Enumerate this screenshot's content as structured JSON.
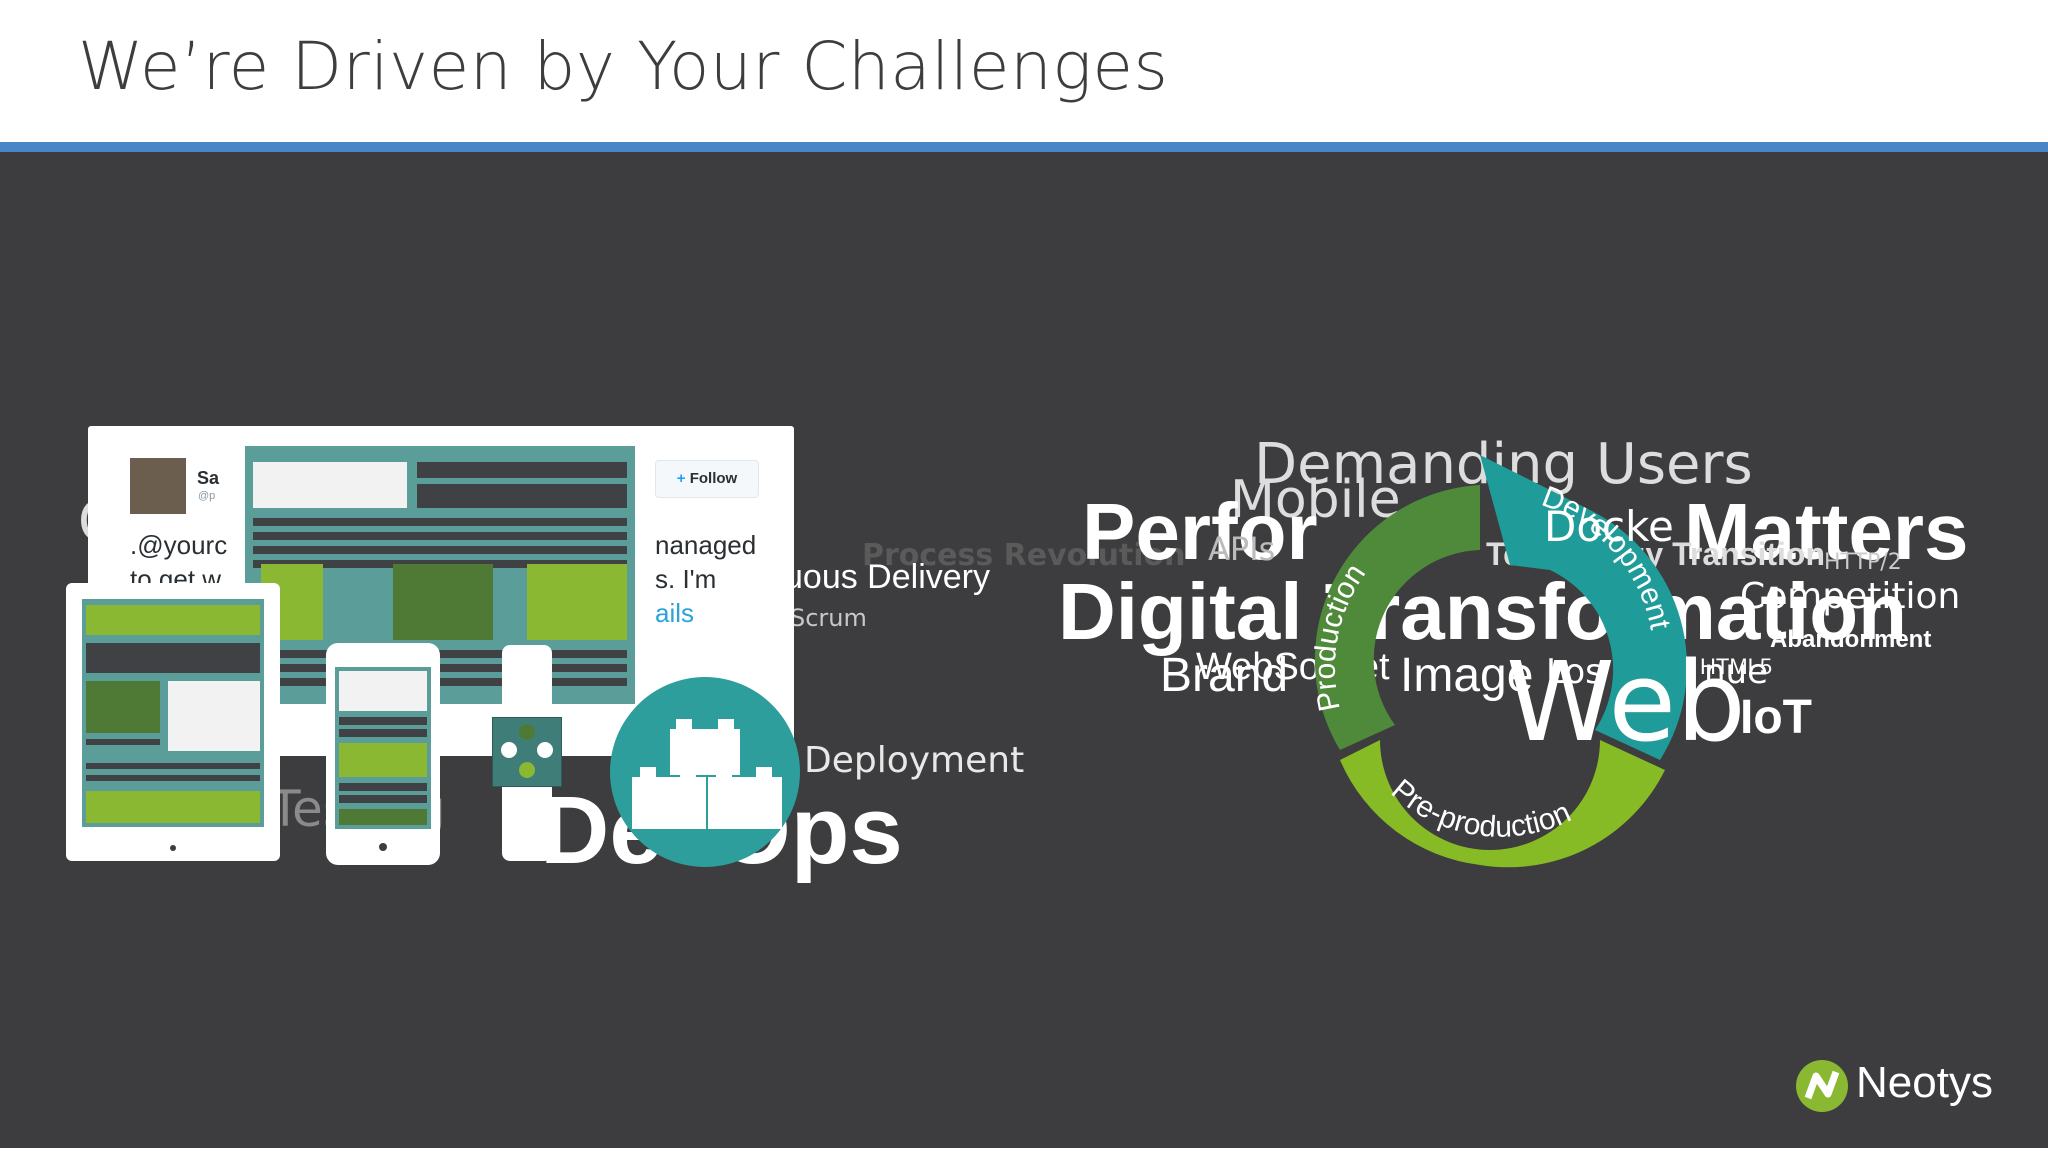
{
  "slide": {
    "title": "We’re Driven by Your Challenges",
    "accent_color": "#4a86c5",
    "stage_color": "#3d3c3e"
  },
  "devices_collage": {
    "tweet": {
      "name_fragment": "Sa",
      "handle_fragment": "@p",
      "text_line1": ".@yourc",
      "text_line2": "to get w",
      "text_right1": "nanaged",
      "text_right2": "s. I'm",
      "link_fragment": "ails",
      "follow_label": "Follow"
    },
    "cloud_left": {
      "continuous_delivery": "uous Delivery",
      "scrum": "Scrum",
      "process_revolution": "Process Revolution",
      "deployment": "Deployment",
      "devops": "DevOps",
      "testing": "Testing",
      "c_fragment": "C"
    }
  },
  "word_cloud": {
    "demanding_users": "Demanding Users",
    "mobile": "Mobile",
    "performance_matters_a": "Perfor",
    "performance_matters_b": "Matters",
    "apis": "APIs",
    "digital_transformation": "Digital Transformation",
    "docker": "Docke",
    "technology_transition": "Technology Transition",
    "http2": "HTTP/2",
    "competition": "Competition",
    "abandonment": "Abandonment",
    "brand_image_a": "Brand",
    "brand_image_b": "Image",
    "websocket": "WebSocket",
    "lost_revenue_a": "Los",
    "lost_revenue_b": "nue",
    "html5": "HTML5",
    "web": "Web",
    "iot": "IoT",
    "cycle_production": "Production",
    "cycle_development": "Development",
    "cycle_preproduction": "Pre-production"
  },
  "brand": {
    "logo_text": "Neotys",
    "logo_icon": "neotys-logo-icon"
  }
}
